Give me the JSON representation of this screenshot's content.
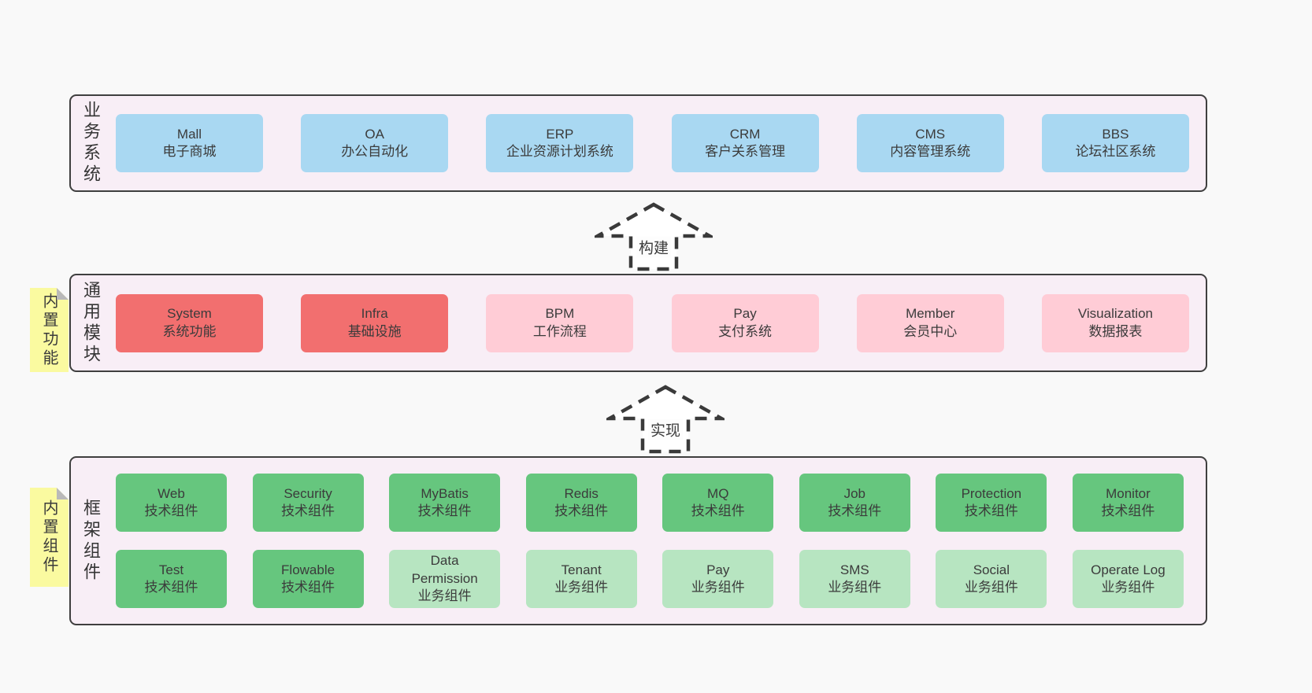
{
  "colors": {
    "page_bg": "#f9f9f9",
    "band_bg": "#f8eef6",
    "band_border": "#3f3f3f",
    "sticky_bg": "#fafaa0",
    "sticky_fold": "#b9b9b9",
    "text": "#3c3c3c",
    "variants": {
      "blue": "#a9d8f2",
      "red": "#f26f6f",
      "pink": "#ffccd6",
      "green": "#66c67e",
      "lightgreen": "#b7e5c1"
    }
  },
  "arrows": [
    {
      "label": "构建"
    },
    {
      "label": "实现"
    }
  ],
  "bands": [
    {
      "label": "业务系统",
      "boxes": [
        {
          "title": "Mall",
          "subtitle": "电子商城",
          "variant": "blue"
        },
        {
          "title": "OA",
          "subtitle": "办公自动化",
          "variant": "blue"
        },
        {
          "title": "ERP",
          "subtitle": "企业资源计划系统",
          "variant": "blue"
        },
        {
          "title": "CRM",
          "subtitle": "客户关系管理",
          "variant": "blue"
        },
        {
          "title": "CMS",
          "subtitle": "内容管理系统",
          "variant": "blue"
        },
        {
          "title": "BBS",
          "subtitle": "论坛社区系统",
          "variant": "blue"
        }
      ]
    },
    {
      "label": "通用模块",
      "sticky": "内置功能",
      "boxes": [
        {
          "title": "System",
          "subtitle": "系统功能",
          "variant": "red"
        },
        {
          "title": "Infra",
          "subtitle": "基础设施",
          "variant": "red"
        },
        {
          "title": "BPM",
          "subtitle": "工作流程",
          "variant": "pink"
        },
        {
          "title": "Pay",
          "subtitle": "支付系统",
          "variant": "pink"
        },
        {
          "title": "Member",
          "subtitle": "会员中心",
          "variant": "pink"
        },
        {
          "title": "Visualization",
          "subtitle": "数据报表",
          "variant": "pink"
        }
      ]
    },
    {
      "label": "框架组件",
      "sticky": "内置组件",
      "rows": [
        [
          {
            "title": "Web",
            "subtitle": "技术组件",
            "variant": "green"
          },
          {
            "title": "Security",
            "subtitle": "技术组件",
            "variant": "green"
          },
          {
            "title": "MyBatis",
            "subtitle": "技术组件",
            "variant": "green"
          },
          {
            "title": "Redis",
            "subtitle": "技术组件",
            "variant": "green"
          },
          {
            "title": "MQ",
            "subtitle": "技术组件",
            "variant": "green"
          },
          {
            "title": "Job",
            "subtitle": "技术组件",
            "variant": "green"
          },
          {
            "title": "Protection",
            "subtitle": "技术组件",
            "variant": "green"
          },
          {
            "title": "Monitor",
            "subtitle": "技术组件",
            "variant": "green"
          }
        ],
        [
          {
            "title": "Test",
            "subtitle": "技术组件",
            "variant": "green"
          },
          {
            "title": "Flowable",
            "subtitle": "技术组件",
            "variant": "green"
          },
          {
            "title": "Data Permission",
            "subtitle": "业务组件",
            "variant": "lightgreen"
          },
          {
            "title": "Tenant",
            "subtitle": "业务组件",
            "variant": "lightgreen"
          },
          {
            "title": "Pay",
            "subtitle": "业务组件",
            "variant": "lightgreen"
          },
          {
            "title": "SMS",
            "subtitle": "业务组件",
            "variant": "lightgreen"
          },
          {
            "title": "Social",
            "subtitle": "业务组件",
            "variant": "lightgreen"
          },
          {
            "title": "Operate Log",
            "subtitle": "业务组件",
            "variant": "lightgreen"
          }
        ]
      ]
    }
  ]
}
